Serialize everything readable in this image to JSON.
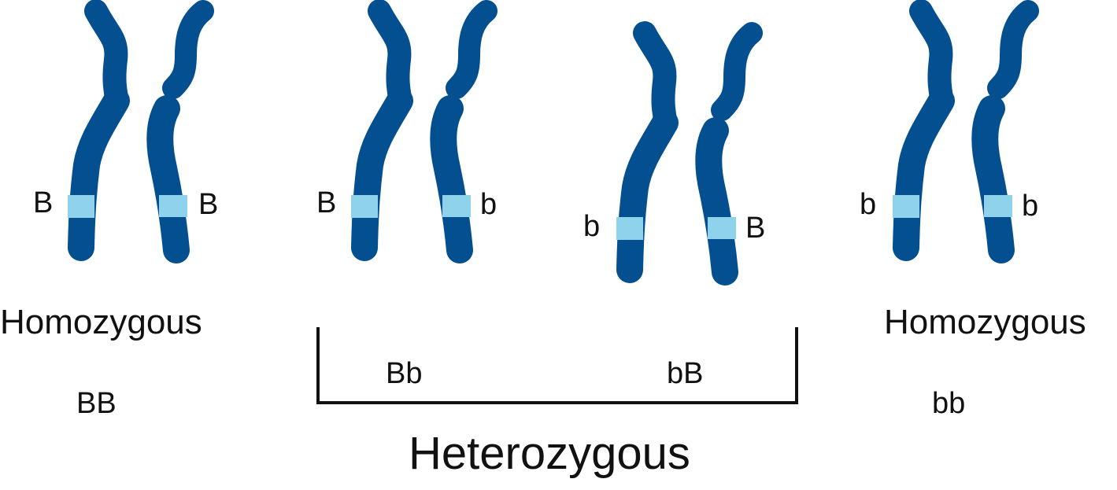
{
  "colors": {
    "chromosome": "#034f8f",
    "allele_band": "#8fd2ec",
    "text": "#111111",
    "bracket": "#111111"
  },
  "pairs": [
    {
      "left_allele": "B",
      "right_allele": "B"
    },
    {
      "left_allele": "B",
      "right_allele": "b"
    },
    {
      "left_allele": "b",
      "right_allele": "B"
    },
    {
      "left_allele": "b",
      "right_allele": "b"
    }
  ],
  "labels": {
    "homozygous_left": "Homozygous",
    "genotype_BB": "BB",
    "genotype_Bb": "Bb",
    "genotype_bB": "bB",
    "heterozygous": "Heterozygous",
    "homozygous_right": "Homozygous",
    "genotype_bb": "bb"
  }
}
